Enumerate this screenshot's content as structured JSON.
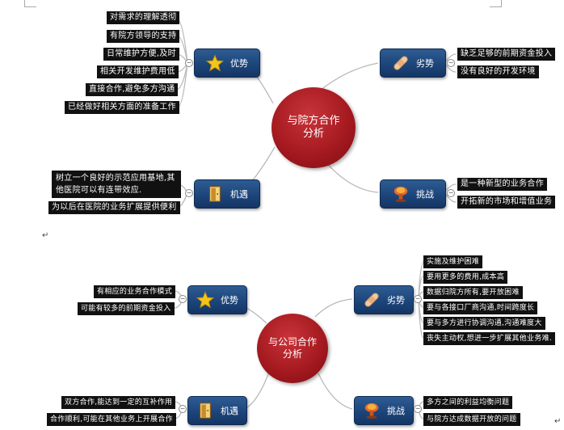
{
  "map1": {
    "center_lines": [
      "与院方合作",
      "分析"
    ],
    "strengths": {
      "label": "优势",
      "icon": "star-icon",
      "items": [
        "对需求的理解透彻",
        "有院方领导的支持",
        "日常维护方便,及时",
        "相关开发维护费用低",
        "直接合作,避免多方沟通",
        "已经做好相关方面的准备工作"
      ]
    },
    "weaknesses": {
      "label": "劣势",
      "icon": "bandage-icon",
      "items": [
        "缺乏足够的前期资金投入",
        "没有良好的开发环境"
      ]
    },
    "opportunities": {
      "label": "机遇",
      "icon": "door-icon",
      "items": [
        "树立一个良好的示范应用基地,其他医院可以有连带效应.",
        "为以后在医院的业务扩展提供便利"
      ]
    },
    "threats": {
      "label": "挑战",
      "icon": "explosion-icon",
      "items": [
        "是一种新型的业务合作",
        "开拓新的市场和增值业务"
      ]
    }
  },
  "map2": {
    "center_lines": [
      "与公司合作",
      "分析"
    ],
    "strengths": {
      "label": "优势",
      "icon": "star-icon",
      "items": [
        "有相应的业务合作模式",
        "可能有较多的前期资金投入"
      ]
    },
    "weaknesses": {
      "label": "劣势",
      "icon": "bandage-icon",
      "items": [
        "实施及维护困难",
        "要用更多的费用,成本高",
        "数据归院方所有,要开放困难",
        "要与各接口厂商沟通,时间跨度长",
        "要与多方进行协调沟通,沟通难度大",
        "丧失主动权,想进一步扩展其他业务难."
      ]
    },
    "opportunities": {
      "label": "机遇",
      "icon": "door-icon",
      "items": [
        "双方合作,能达到一定的互补作用",
        "合作顺利,可能在其他业务上开展合作"
      ]
    },
    "threats": {
      "label": "挑战",
      "icon": "explosion-icon",
      "items": [
        "多方之间的利益均衡问题",
        "与院方达成数据开放的问题"
      ]
    }
  },
  "paragraph_mark": "↵",
  "colors": {
    "node": "#1c4378",
    "center": "#a51a20",
    "label_bg": "#111111"
  }
}
